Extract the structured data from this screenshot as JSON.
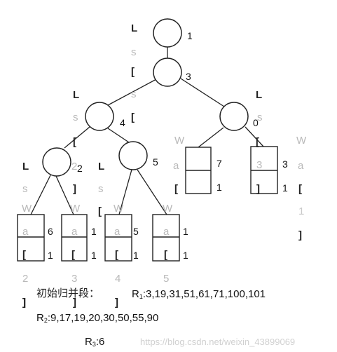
{
  "tree": {
    "nodes": [
      {
        "id": "n1",
        "label": "1"
      },
      {
        "id": "n3",
        "label": "3"
      },
      {
        "id": "n4",
        "label": "4"
      },
      {
        "id": "n0",
        "label": "0"
      },
      {
        "id": "n2",
        "label": "2"
      },
      {
        "id": "n5",
        "label": "5"
      }
    ],
    "leaves": [
      {
        "id": "b7",
        "top": "7",
        "bottom": "1"
      },
      {
        "id": "b3",
        "top": "3",
        "bottom": "1"
      },
      {
        "id": "b6",
        "top": "6",
        "bottom": "1"
      },
      {
        "id": "b1",
        "top": "1",
        "bottom": "1"
      },
      {
        "id": "b5",
        "top": "5",
        "bottom": "1"
      },
      {
        "id": "b1b",
        "top": "1",
        "bottom": "1"
      }
    ],
    "overlay_fragments": {
      "L": "L",
      "s": "s",
      "bracket_open": "[",
      "bracket_close": "]",
      "W": "W",
      "a": "a",
      "num_1": "1",
      "num_2": "2",
      "num_3": "3",
      "num_4": "4",
      "num_5": "5"
    }
  },
  "caption": {
    "label": "初始归并段：",
    "r1_name": "R",
    "r1_sub": "1",
    "r1_values": ":3,19,31,51,61,71,100,101",
    "r2_name": "R",
    "r2_sub": "2",
    "r2_values": ":9,17,19,20,30,50,55,90",
    "r3_name": "R",
    "r3_sub": "3",
    "r3_values": ":6"
  },
  "watermark": "https://blog.csdn.net/weixin_43899069",
  "colors": {
    "stroke": "#222222",
    "ghost": "#b9b9b9"
  }
}
